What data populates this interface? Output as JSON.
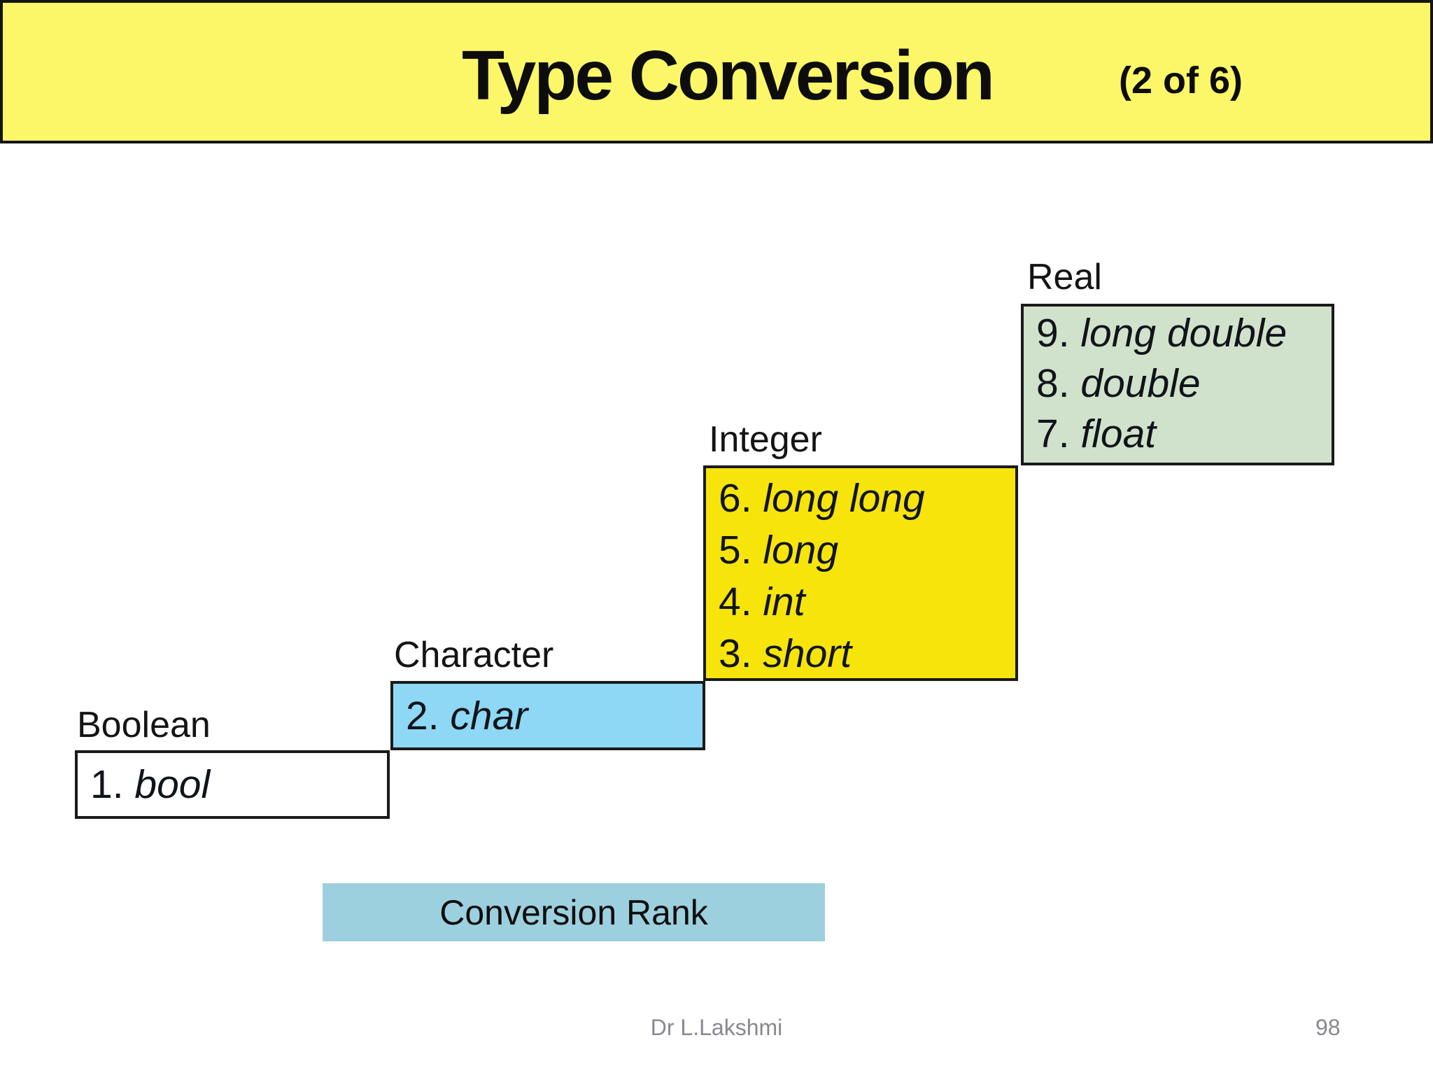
{
  "header": {
    "title": "Type Conversion",
    "subtitle": "(2 of 6)"
  },
  "diagram": {
    "steps": [
      {
        "id": "boolean",
        "label": "Boolean",
        "items": [
          {
            "num": "1.",
            "name": "bool"
          }
        ]
      },
      {
        "id": "character",
        "label": "Character",
        "items": [
          {
            "num": "2.",
            "name": "char"
          }
        ]
      },
      {
        "id": "integer",
        "label": "Integer",
        "items": [
          {
            "num": "6.",
            "name": "long long"
          },
          {
            "num": "5.",
            "name": "long"
          },
          {
            "num": "4.",
            "name": "int"
          },
          {
            "num": "3.",
            "name": "short"
          }
        ]
      },
      {
        "id": "real",
        "label": "Real",
        "items": [
          {
            "num": "9.",
            "name": "long double"
          },
          {
            "num": "8.",
            "name": "double"
          },
          {
            "num": "7.",
            "name": "float"
          }
        ]
      }
    ],
    "caption": "Conversion Rank"
  },
  "footer": {
    "author": "Dr L.Lakshmi",
    "page": "98"
  },
  "colors": {
    "banner_yellow": "#fbf768",
    "integer_yellow": "#f6e40b",
    "character_blue": "#8ed7f5",
    "real_green": "#d0e2cb",
    "caption_blue": "#9cd0de",
    "border_black": "#1a1a1a",
    "footer_gray": "#898890"
  }
}
